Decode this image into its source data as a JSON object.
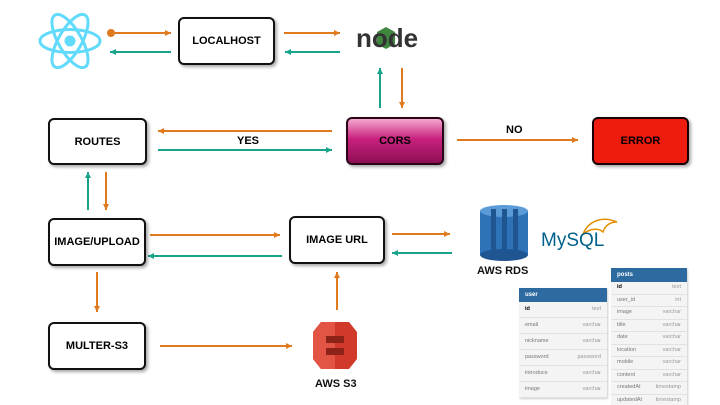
{
  "nodes": {
    "localhost": "LOCALHOST",
    "routes": "ROUTES",
    "cors": "CORS",
    "error": "ERROR",
    "image_upload": "IMAGE/UPLOAD",
    "image_url": "IMAGE URL",
    "multer_s3": "MULTER-S3"
  },
  "edge_labels": {
    "yes": "YES",
    "no": "NO"
  },
  "logos": {
    "react": "react-logo",
    "node": "node",
    "aws_rds": "AWS RDS",
    "mysql": "MySQL",
    "aws_s3": "AWS S3"
  },
  "colors": {
    "orange_arrow": "#e07a1f",
    "teal_arrow": "#19a38a",
    "cors_fill": "#b5166f",
    "error_fill": "#ee1c0e",
    "react_blue": "#61dafb",
    "node_green": "#3f873f",
    "rds_blue": "#2e73b8",
    "s3_red": "#d13a2a",
    "table_header": "#2c6aa0"
  },
  "tables": {
    "user": {
      "name": "user",
      "rows": [
        {
          "name": "id",
          "type": "text",
          "pk": true
        },
        {
          "name": "email",
          "type": "varchar"
        },
        {
          "name": "nickname",
          "type": "varchar"
        },
        {
          "name": "password",
          "type": "password"
        },
        {
          "name": "introduce",
          "type": "varchar"
        },
        {
          "name": "image",
          "type": "varchar"
        }
      ]
    },
    "posts": {
      "name": "posts",
      "rows": [
        {
          "name": "id",
          "type": "text",
          "pk": true
        },
        {
          "name": "user_id",
          "type": "int"
        },
        {
          "name": "image",
          "type": "varchar"
        },
        {
          "name": "title",
          "type": "varchar"
        },
        {
          "name": "date",
          "type": "varchar"
        },
        {
          "name": "location",
          "type": "varchar"
        },
        {
          "name": "mobile",
          "type": "varchar"
        },
        {
          "name": "content",
          "type": "varchar"
        },
        {
          "name": "createdAt",
          "type": "timestamp"
        },
        {
          "name": "updatedAt",
          "type": "timestamp"
        }
      ]
    }
  }
}
